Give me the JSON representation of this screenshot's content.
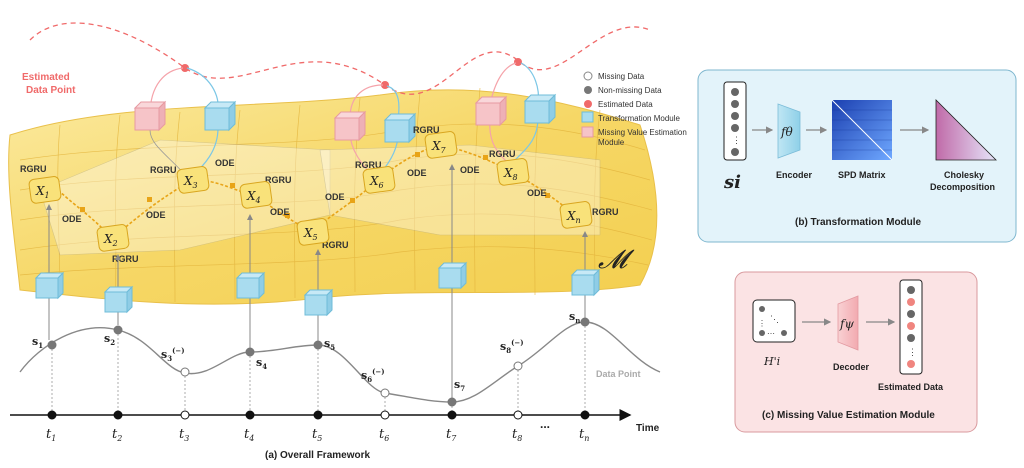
{
  "panel_a": {
    "caption": "(a) Overall Framework",
    "estimated_point_label_1": "Estimated",
    "estimated_point_label_2": "Data Point",
    "data_point_label": "Data Point",
    "time_label": "Time",
    "manifold_symbol": "𝓜",
    "ellipsis": "...",
    "rgru": "RGRU",
    "ode": "ODE",
    "time_labels": [
      "t1",
      "t2",
      "t3",
      "t4",
      "t5",
      "t6",
      "t7",
      "t8",
      "tn"
    ],
    "latent_labels": [
      "X1",
      "X2",
      "X3",
      "X4",
      "X5",
      "X6",
      "X7",
      "X8",
      "Xn"
    ],
    "sample_labels": [
      "s1",
      "s2",
      "s3(−)",
      "s4",
      "s5",
      "s6(−)",
      "s7",
      "s8(−)",
      "sn"
    ]
  },
  "legend": {
    "items": [
      {
        "label": "Missing Data",
        "kind": "missing",
        "color": "#ffffff"
      },
      {
        "label": "Non-missing Data",
        "kind": "present",
        "color": "#777777"
      },
      {
        "label": "Estimated Data",
        "kind": "estimated",
        "color": "#f06a6a"
      },
      {
        "label": "Transformation Module",
        "kind": "cube-blue",
        "color": "#a9dcef"
      },
      {
        "label": "Missing Value Estimation",
        "kind": "cube-pink",
        "color": "#f6c4c8"
      },
      {
        "label": "Module",
        "kind": "none",
        "color": ""
      }
    ]
  },
  "panel_b": {
    "caption": "(b) Transformation Module",
    "input_label": "si",
    "encoder_symbol": "fθ",
    "encoder_label": "Encoder",
    "spd_label": "SPD Matrix",
    "cholesky_label_1": "Cholesky",
    "cholesky_label_2": "Decomposition",
    "bg_color": "#e3f3fa",
    "border_color": "#7fb7cf"
  },
  "panel_c": {
    "caption": "(c) Missing Value Estimation Module",
    "input_label": "H'i",
    "decoder_symbol": "fψ",
    "decoder_label": "Decoder",
    "output_label": "Estimated Data",
    "bg_color": "#fbe3e4",
    "border_color": "#d99a9e"
  },
  "colors": {
    "manifold": "#f7dc6f",
    "latent_node": "#f9e27a",
    "trajectory": "#e8a417",
    "estimated_dash": "#f06a6a",
    "blue_cube": "#a9dcef",
    "pink_cube": "#f6c4c8"
  }
}
